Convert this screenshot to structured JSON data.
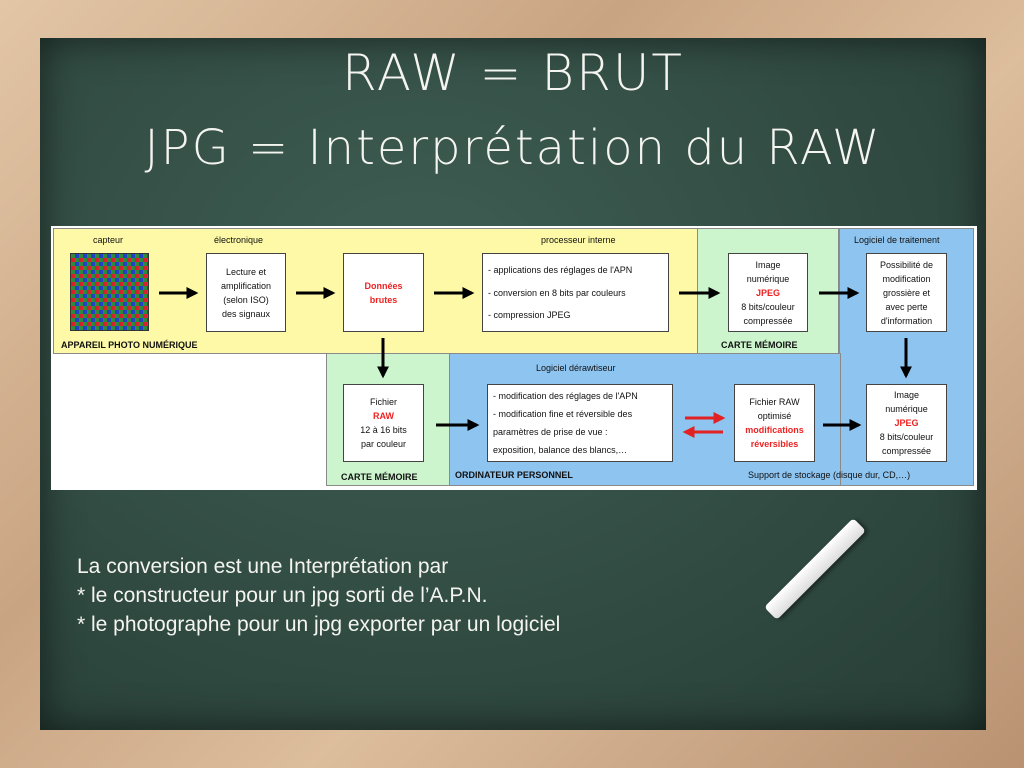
{
  "slide": {
    "title_line1": "RAW = BRUT",
    "title_line2": "JPG = Interprétation du RAW",
    "body_lines": [
      "La conversion est une Interprétation par",
      "* le constructeur pour un jpg sorti de l’A.P.N.",
      "* le photographe pour un jpg exporter par un logiciel"
    ]
  },
  "diagram": {
    "labels": {
      "capteur": "capteur",
      "electronique": "électronique",
      "processeur": "processeur interne",
      "logiciel_traitement": "Logiciel de traitement",
      "apn": "APPAREIL PHOTO NUMÉRIQUE",
      "carte_memoire_top": "CARTE MÉMOIRE",
      "carte_memoire_bottom": "CARTE MÉMOIRE",
      "logiciel_derawtiseur": "Logiciel dérawtiseur",
      "ordinateur": "ORDINATEUR PERSONNEL",
      "stockage": "Support de stockage (disque dur, CD,…)"
    },
    "boxes": {
      "lecture": [
        "Lecture et",
        "amplification",
        "(selon ISO)",
        "des signaux"
      ],
      "donnees": [
        "Données",
        "brutes"
      ],
      "processeur": [
        "- applications des réglages de l'APN",
        "- conversion en 8 bits par couleurs",
        "- compression JPEG"
      ],
      "image_top": {
        "line1": "Image",
        "line2": "numérique",
        "line3": "JPEG",
        "line4": "8 bits/couleur",
        "line5": "compressée"
      },
      "possibilite": [
        "Possibilité de",
        "modification",
        "grossière et",
        "avec perte",
        "d'information"
      ],
      "fichier_raw": {
        "line1": "Fichier",
        "line2": "RAW",
        "line3": "12 à 16 bits",
        "line4": "par couleur"
      },
      "modification": [
        "- modification des réglages de l'APN",
        "- modification fine et réversible des",
        "paramètres de prise de vue :",
        "exposition, balance des blancs,…"
      ],
      "raw_optimise": {
        "line1": "Fichier RAW",
        "line2": "optimisé",
        "line3": "modifications",
        "line4": "réversibles"
      },
      "image_bottom": {
        "line1": "Image",
        "line2": "numérique",
        "line3": "JPEG",
        "line4": "8 bits/couleur",
        "line5": "compressée"
      }
    },
    "colors": {
      "yellow_zone": "#fdf9a6",
      "green_zone": "#ccf5cd",
      "blue_zone": "#8ec4f0",
      "highlight_red": "#e22222",
      "arrow_black": "#000000"
    }
  }
}
